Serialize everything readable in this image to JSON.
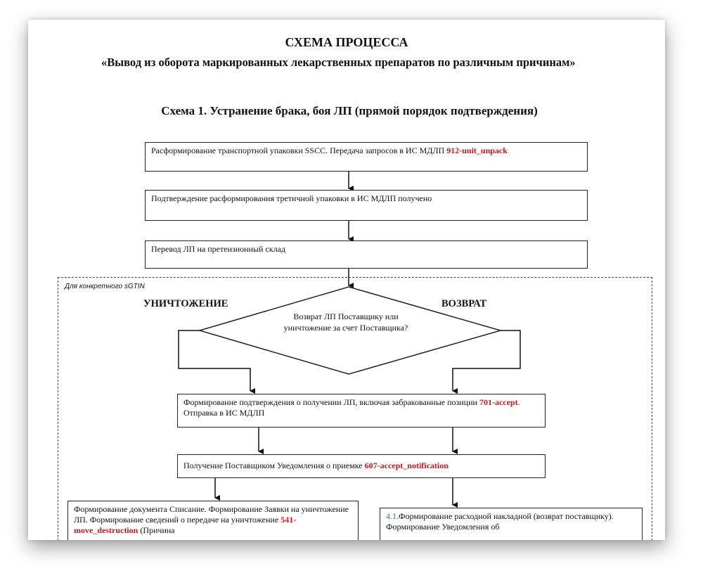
{
  "document": {
    "title": "СХЕМА ПРОЦЕССА",
    "subtitle": "«Вывод из оборота маркированных лекарственных препаратов по различным причинам»",
    "scheme_title": "Схема 1. Устранение брака, боя ЛП (прямой порядок подтверждения)"
  },
  "flow": {
    "box1": {
      "text": "Расформирование  транспортной упаковки SSCC. Передача запросов в ИС МДЛП ",
      "code": "912-unit_unpack"
    },
    "box2": {
      "text": "Подтверждение расформирования третичной упаковки в ИС МДЛП получено"
    },
    "box3": {
      "text": "Перевод ЛП на претензионный склад"
    },
    "sgtin_label": "Для конкретного sGTIN",
    "label_left": "УНИЧТОЖЕНИЕ",
    "label_right": "ВОЗВРАТ",
    "decision": "Возврат ЛП Поставщику или уничтожение за счет Поставщика?",
    "box4": {
      "text": "Формирование подтверждения о получении ЛП, включая забракованные позиции   ",
      "code": "701-accept",
      "text_after": ". Отправка в ИС МДЛП"
    },
    "box5": {
      "text": "Получение Поставщиком Уведомления о приемке   ",
      "code": "607-accept_notification"
    },
    "box6": {
      "text": "Формирование документа Списание. Формирование Заявки на уничтожение ЛП.  Формирование сведений о передаче на уничтожение ",
      "code": "541- move_destruction",
      "text_after": " (Причина"
    },
    "box7": {
      "num": "4.1.",
      "text": "Формирование расходной накладной (возврат поставщику). Формирование  Уведомления об"
    }
  }
}
